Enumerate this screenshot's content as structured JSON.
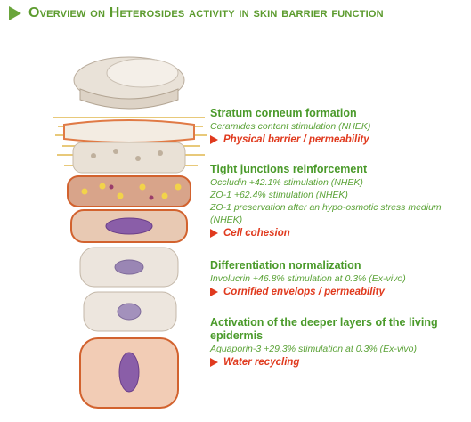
{
  "header": {
    "title": "Overview on Heterosides activity in skin barrier function",
    "accent_color": "#6aa53b",
    "result_color": "#e03a1e"
  },
  "blocks": [
    {
      "heading": "Stratum corneum formation",
      "details": [
        "Ceramides content stimulation (NHEK)"
      ],
      "result": "Physical barrier / permeability"
    },
    {
      "heading": "Tight junctions reinforcement",
      "details": [
        "Occludin +42.1% stimulation (NHEK)",
        "ZO-1 +62.4% stimulation (NHEK)",
        "ZO-1 preservation after an hypo-osmotic stress medium",
        "(NHEK)"
      ],
      "result": "Cell cohesion"
    },
    {
      "heading": "Differentiation normalization",
      "details": [
        "Involucrin +46.8% stimulation at 0.3% (Ex-vivo)"
      ],
      "result": "Cornified envelops / permeability"
    },
    {
      "heading": "Activation of the deeper layers of the living",
      "heading2": "epidermis",
      "details": [
        "Aquaporin-3 +29.3% stimulation at 0.3% (Ex-vivo)"
      ],
      "result": "Water recycling"
    }
  ]
}
